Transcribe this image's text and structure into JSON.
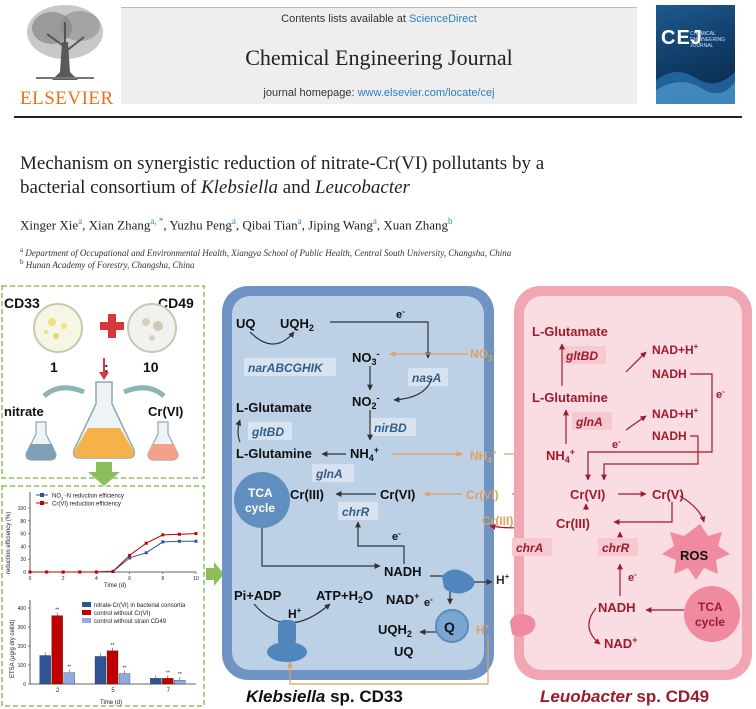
{
  "header": {
    "contents_prefix": "Contents lists available at ",
    "contents_link": "ScienceDirect",
    "journal": "Chemical Engineering Journal",
    "homepage_prefix": "journal homepage: ",
    "homepage_link": "www.elsevier.com/locate/cej",
    "publisher": "ELSEVIER",
    "cover_title": "CEJ",
    "cover_subtitle": "CHEMICAL ENGINEERING JOURNAL"
  },
  "article": {
    "title_line1": "Mechanism on synergistic reduction of nitrate-Cr(VI) pollutants by a",
    "title_line2_prefix": "bacterial consortium of ",
    "title_klebsiella": "Klebsiella",
    "title_and": " and ",
    "title_leucobacter": "Leucobacter",
    "authors": [
      {
        "name": "Xinger Xie",
        "sup": "a",
        "sep": ", "
      },
      {
        "name": "Xian Zhang",
        "sup": "a, *",
        "sep": ", "
      },
      {
        "name": "Yuzhu Peng",
        "sup": "a",
        "sep": ", "
      },
      {
        "name": "Qibai Tian",
        "sup": "a",
        "sep": ", "
      },
      {
        "name": "Jiping Wang",
        "sup": "a",
        "sep": ", "
      },
      {
        "name": "Xuan Zhang",
        "sup": "b",
        "sep": ""
      }
    ],
    "affiliation_a_mark": "a",
    "affiliation_a": "Department of Occupational and Environmental Health, Xiangya School of Public Health, Central South University, Changsha, China",
    "affiliation_b_mark": "b",
    "affiliation_b": "Hunan Academy of Forestry, Changsha, China"
  },
  "graphical_abstract": {
    "left_panel": {
      "strain_left": "CD33",
      "strain_right": "CD49",
      "ratio_left": "1",
      "ratio_sep": ":",
      "ratio_right": "10",
      "nitrate": "nitrate",
      "crvi": "Cr(VI)"
    },
    "klebsiella_cell": {
      "name_italic": "Klebsiella",
      "name_rest": " sp. CD33",
      "uq": "UQ",
      "uqh2": "UQH",
      "uqh2_sub": "2",
      "electron": "e",
      "no3": "NO",
      "no3_sub": "3",
      "no2": "NO",
      "no2_sub": "2",
      "narabc": "narABCGHIK",
      "nasa": "nasA",
      "nirbd": "nirBD",
      "l_glutamate": "L-Glutamate",
      "gltbd": "gltBD",
      "l_glutamine": "L-Glutamine",
      "nh4": "NH",
      "nh4_sub": "4",
      "glna": "glnA",
      "tca_line1": "TCA",
      "tca_line2": "cycle",
      "cr3": "Cr(III)",
      "cr6": "Cr(VI)",
      "chrr": "chrR",
      "nadh": "NADH",
      "nad_plus": "NAD",
      "pi_adp": "Pi+ADP",
      "atp_h2o": "ATP+H",
      "atp_sub": "2",
      "atp_tail": "O",
      "h_plus": "H",
      "uqh2_b": "UQH",
      "uq_b": "UQ",
      "q": "Q"
    },
    "between": {
      "no3_out": "NO",
      "nh4_out": "NH",
      "cr6_out": "Cr(VI)",
      "cr3_out": "Cr(III)",
      "h_plus_1": "H",
      "h_plus_2": "H"
    },
    "leucobacter_cell": {
      "name_italic": "Leuobacter",
      "name_rest": " sp. CD49",
      "l_glutamate": "L-Glutamate",
      "gltbd": "gltBD",
      "nad_h": "NAD+H",
      "nadh_1": "NADH",
      "l_glutamine": "L-Glutamine",
      "glna": "glnA",
      "nad_h_2": "NAD+H",
      "nadh_2": "NADH",
      "nh4": "NH",
      "cr6": "Cr(VI)",
      "cr5": "Cr(V)",
      "cr3": "Cr(III)",
      "chra": "chrA",
      "chrr": "chrR",
      "ros": "ROS",
      "nadh_3": "NADH",
      "nad_plus": "NAD",
      "tca_line1": "TCA",
      "tca_line2": "cycle"
    },
    "reduction_chart": {
      "legend_1": "NO",
      "legend_1_tail": "-N reduction efficiency",
      "legend_2": "Cr(VI) reduction efficiency",
      "ylabel": "reduction efficiency (%)",
      "xlabel": "Time (d)"
    },
    "etsa_chart": {
      "legend_1": "nitrate-Cr(VI) in bacterial consortia",
      "legend_2": "control without Cr(VI)",
      "legend_3": "control without strain CD49",
      "ylabel": "ETSA (μg/g dry cell/d)",
      "xlabel": "Time (d)",
      "sig": "**"
    }
  },
  "chart_data": [
    {
      "type": "line",
      "x": [
        0,
        1,
        2,
        3,
        4,
        5,
        6,
        7,
        8,
        9,
        10
      ],
      "xlim": [
        0,
        10
      ],
      "ylim": [
        0,
        100
      ],
      "xticks": [
        0,
        2,
        4,
        6,
        8,
        10
      ],
      "yticks": [
        0,
        20,
        40,
        60,
        80,
        100
      ],
      "series": [
        {
          "name": "NO3--N reduction efficiency",
          "color": "#2f5597",
          "values": [
            0,
            0,
            0,
            0,
            0,
            1,
            22,
            30,
            47,
            48,
            48
          ]
        },
        {
          "name": "Cr(VI) reduction efficiency",
          "color": "#c00000",
          "values": [
            0,
            0,
            0,
            0,
            0,
            1,
            26,
            45,
            58,
            59,
            60
          ]
        }
      ]
    },
    {
      "type": "bar",
      "categories": [
        "2",
        "5",
        "7"
      ],
      "ylim": [
        0,
        400
      ],
      "yticks": [
        0,
        100,
        200,
        300,
        400
      ],
      "series": [
        {
          "name": "nitrate-Cr(VI) in bacterial consortia",
          "color": "#2f5597",
          "values": [
            150,
            145,
            30
          ]
        },
        {
          "name": "control without Cr(VI)",
          "color": "#c00000",
          "values": [
            360,
            175,
            30
          ]
        },
        {
          "name": "control without strain CD49",
          "color": "#8faadc",
          "values": [
            60,
            55,
            20
          ]
        }
      ]
    }
  ]
}
